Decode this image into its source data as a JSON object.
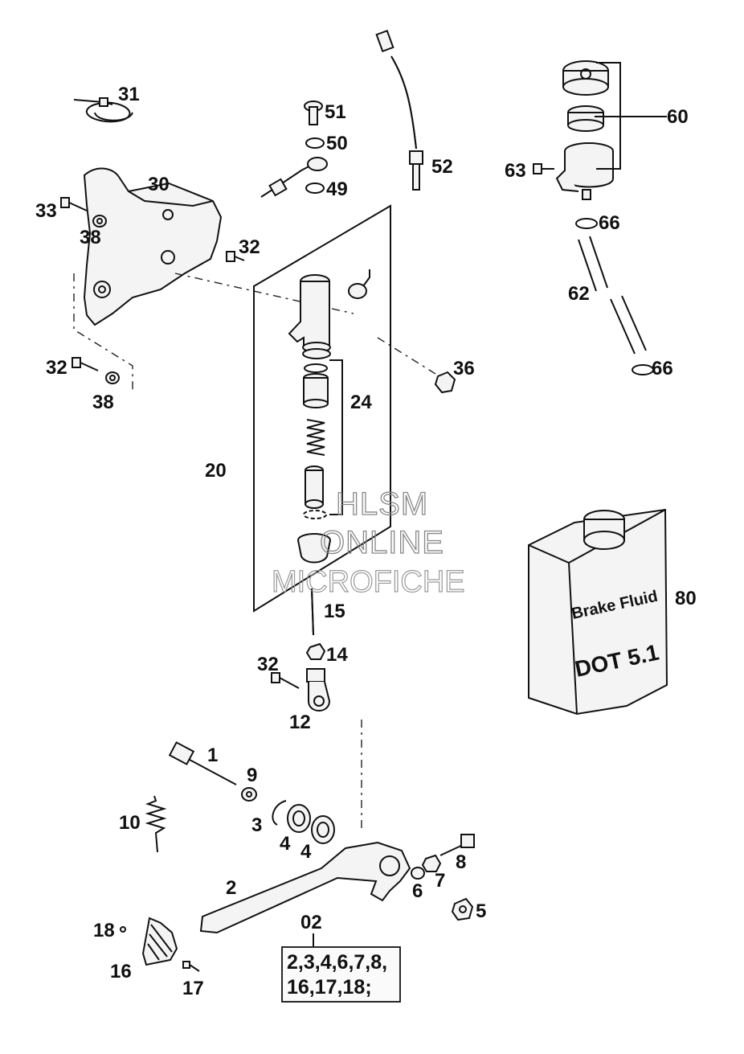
{
  "watermark": [
    "HLSM",
    "ONLINE",
    "MICROFICHE"
  ],
  "part_labels": [
    "31",
    "30",
    "33",
    "38",
    "32",
    "38",
    "32",
    "51",
    "50",
    "49",
    "52",
    "60",
    "63",
    "66",
    "62",
    "66",
    "36",
    "24",
    "20",
    "15",
    "14",
    "32",
    "12",
    "1",
    "9",
    "10",
    "3",
    "4",
    "4",
    "2",
    "8",
    "7",
    "6",
    "5",
    "18",
    "16",
    "17",
    "80"
  ],
  "kit_label": "02",
  "kit_contents": [
    "2,3,4,6,7,8,",
    "16,17,18;"
  ],
  "bottle": {
    "line1": "Brake Fluid",
    "line2": "DOT 5.1"
  }
}
